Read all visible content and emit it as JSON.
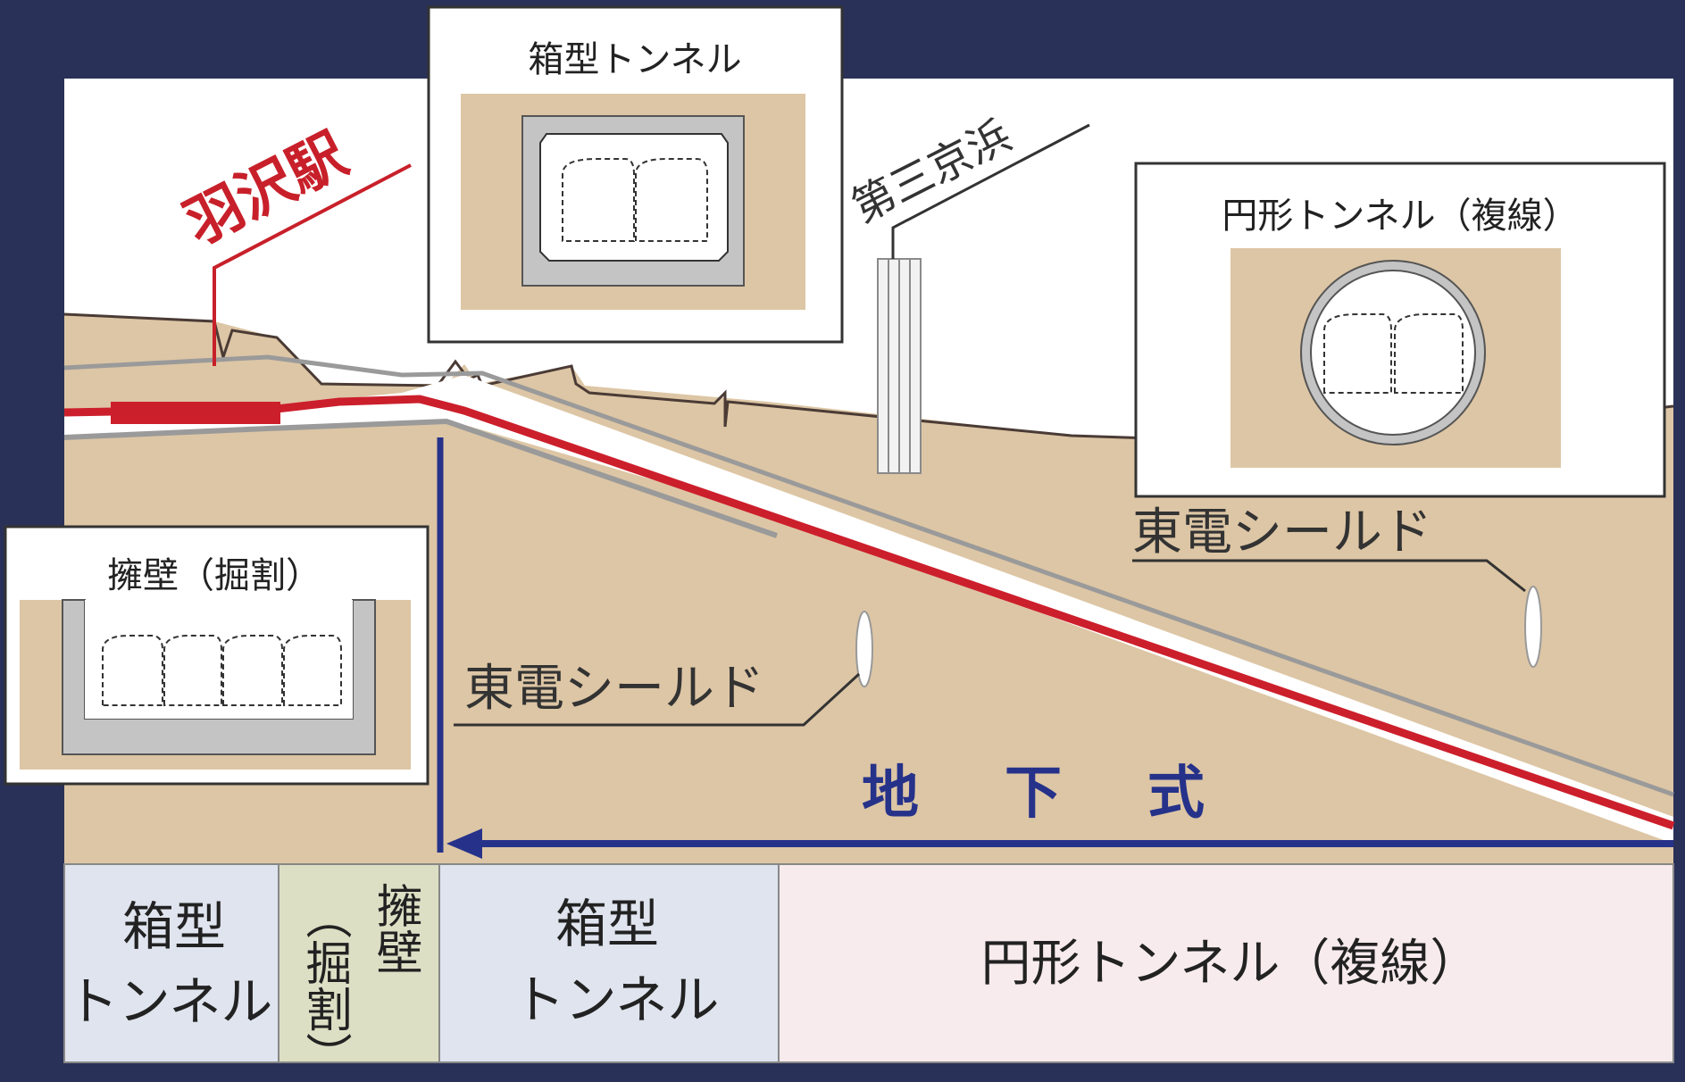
{
  "station": {
    "name": "羽沢駅",
    "line_name": "第三京浜"
  },
  "insets": {
    "box_tunnel_title": "箱型トンネル",
    "circular_tunnel_title": "円形トンネル（複線）",
    "retaining_wall_title": "擁壁（掘割）"
  },
  "shield_labels": {
    "right": "東電シールド",
    "left": "東電シールド"
  },
  "underground": {
    "label_chars": [
      "地",
      "下",
      "式"
    ]
  },
  "bottom_strip": {
    "seg1": {
      "line1": "箱型",
      "line2": "トンネル"
    },
    "seg2": {
      "col_right": "擁壁",
      "col_left": "（掘割）"
    },
    "seg3": {
      "line1": "箱型",
      "line2": "トンネル"
    },
    "seg4": {
      "label": "円形トンネル（複線）"
    }
  },
  "colors": {
    "frame": "#2a3158",
    "ground": "#ddc6a5",
    "sky": "#ffffff",
    "track": "#cc1f2c",
    "concrete": "#c8c8c8",
    "arrow": "#26328a",
    "label_red": "#c8202a",
    "label_blue": "#26328a",
    "strip_box": "#dfe4ee",
    "strip_wall": "#dcdfc4",
    "strip_circle": "#f7ebee"
  }
}
